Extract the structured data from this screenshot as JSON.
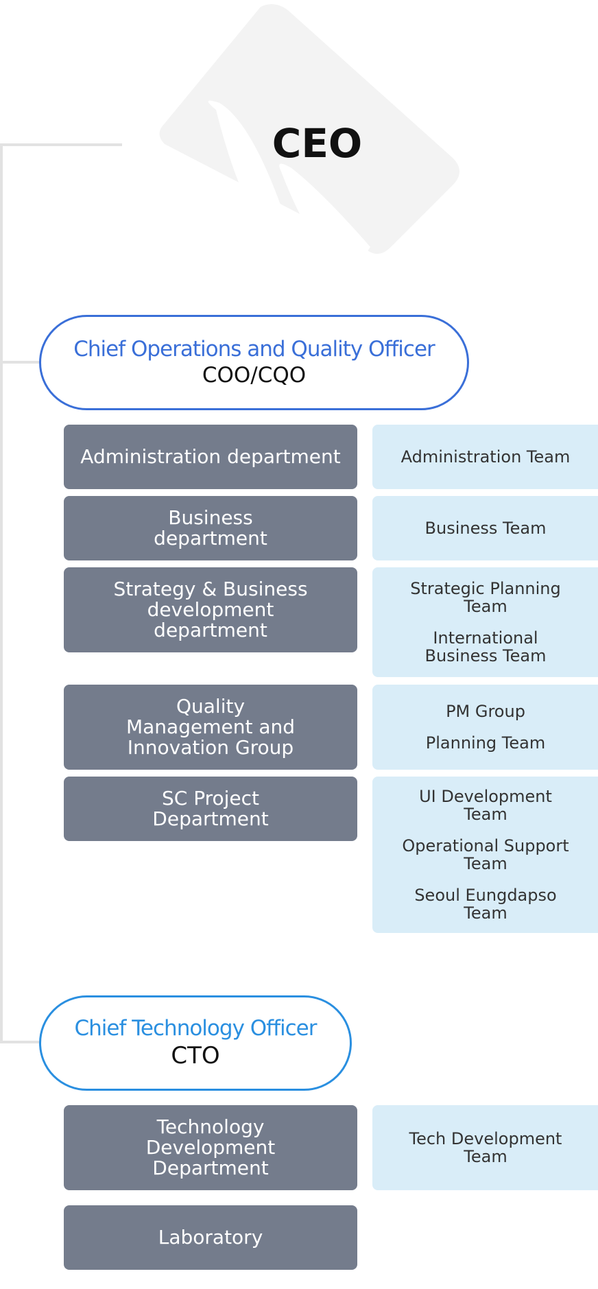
{
  "ceo": {
    "label": "CEO"
  },
  "colors": {
    "coo_blue": "#3a6fd8",
    "cto_blue": "#2a8fe0",
    "dept_bg": "#747c8c",
    "team_bg": "#d9edf8",
    "connector": "#e2e2e2"
  },
  "coo": {
    "title": "Chief Operations and Quality Officer",
    "abbr": "COO/CQO",
    "departments": [
      {
        "name": "Administration department",
        "teams": [
          "Administration Team"
        ]
      },
      {
        "name": "Business department",
        "teams": [
          "Business Team"
        ]
      },
      {
        "name": "Strategy & Business development department",
        "teams": [
          "Strategic Planning Team",
          "International Business Team"
        ]
      },
      {
        "name": "Quality Management and Innovation Group",
        "teams": [
          "PM Group",
          "Planning Team"
        ]
      },
      {
        "name": "SC Project Department",
        "teams": [
          "UI Development Team",
          "Operational Support Team",
          "Seoul Eungdapso Team"
        ]
      }
    ]
  },
  "cto": {
    "title": "Chief Technology Officer",
    "abbr": "CTO",
    "departments": [
      {
        "name": "Technology Development Department",
        "teams": [
          "Tech Development Team"
        ]
      },
      {
        "name": "Laboratory",
        "teams": []
      }
    ]
  }
}
